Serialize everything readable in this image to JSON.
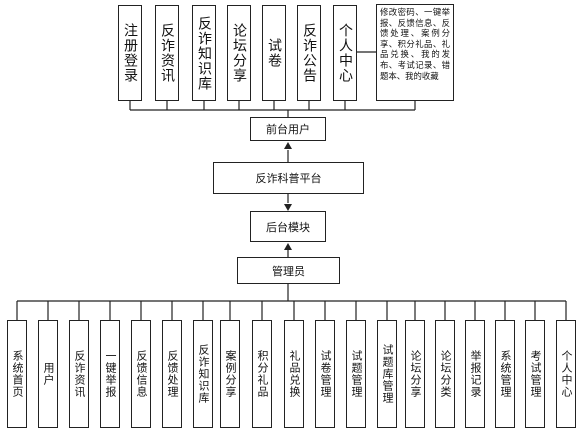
{
  "top_modules": [
    "注册登录",
    "反诈资讯",
    "反诈知识库",
    "论坛分享",
    "试卷",
    "反诈公告",
    "个人中心"
  ],
  "top_description": "修改密码、一键举报、反馈信息、反馈处理、案例分享、积分礼品、礼品兑换、我的发布、考试记录、错题本、我的收藏",
  "front_user": "前台用户",
  "platform": "反诈科普平台",
  "backend": "后台模块",
  "admin": "管理员",
  "bottom_modules": [
    "系统首页",
    "用户",
    "反诈资讯",
    "一键举报",
    "反馈信息",
    "反馈处理",
    "反诈知识库",
    "案例分享",
    "积分礼品",
    "礼品兑换",
    "试卷管理",
    "试题管理",
    "试题库管理",
    "论坛分享",
    "论坛分类",
    "举报记录",
    "系统管理",
    "考试管理",
    "个人中心"
  ]
}
